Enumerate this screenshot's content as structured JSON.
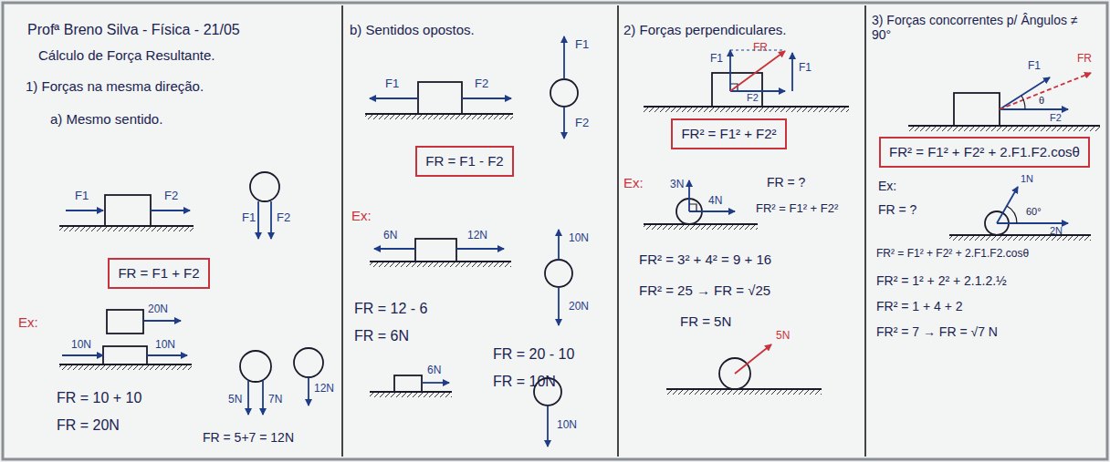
{
  "diagram": {
    "title": "Profª Breno Silva - Física - 21/05",
    "nodes": [
      {
        "text": [
          "FR = F1 + F2"
        ]
      },
      {
        "text": [
          "FR = F1 - F2"
        ]
      },
      {
        "text": [
          "FR² = F1² + F2²"
        ]
      },
      {
        "text": [
          "FR² = F1² + F2² + 2.F1.F2.cosθ"
        ]
      }
    ],
    "labels": [
      "Cálculo de Força Resultante.",
      "1) Forças na mesma direção.",
      "a) Mesmo sentido.",
      "F1",
      "F2",
      "F1",
      "F2",
      "Ex:",
      "20N",
      "10N",
      "10N",
      "FR = 10 + 10",
      "FR = 20N",
      "5N",
      "7N",
      "12N",
      "FR = 5+7 = 12N",
      "b) Sentidos opostos.",
      "F1",
      "F2",
      "F1",
      "F2",
      "Ex:",
      "6N",
      "12N",
      "10N",
      "20N",
      "FR = 12 - 6",
      "FR = 6N",
      "FR = 20 - 10",
      "FR = 10N",
      "6N",
      "10N",
      "2) Forças perpendiculares.",
      "F1",
      "FR",
      "F1",
      "F2",
      "Ex:",
      "3N",
      "4N",
      "FR = ?",
      "FR² = F1² + F2²",
      "FR² = 3² + 4² = 9 + 16",
      "FR² = 25 → FR = √25",
      "FR = 5N",
      "5N",
      "3) Forças concorrentes p/ Ângulos ≠ 90°",
      "F1",
      "FR",
      "θ",
      "F2",
      "Ex:",
      "FR = ?",
      "1N",
      "60°",
      "2N",
      "FR² = F1² + F2² + 2.F1.F2.cosθ",
      "FR² = 1² + 2² + 2.1.2.½",
      "FR² = 1 + 4 + 2",
      "FR² = 7 → FR = √7 N"
    ]
  }
}
